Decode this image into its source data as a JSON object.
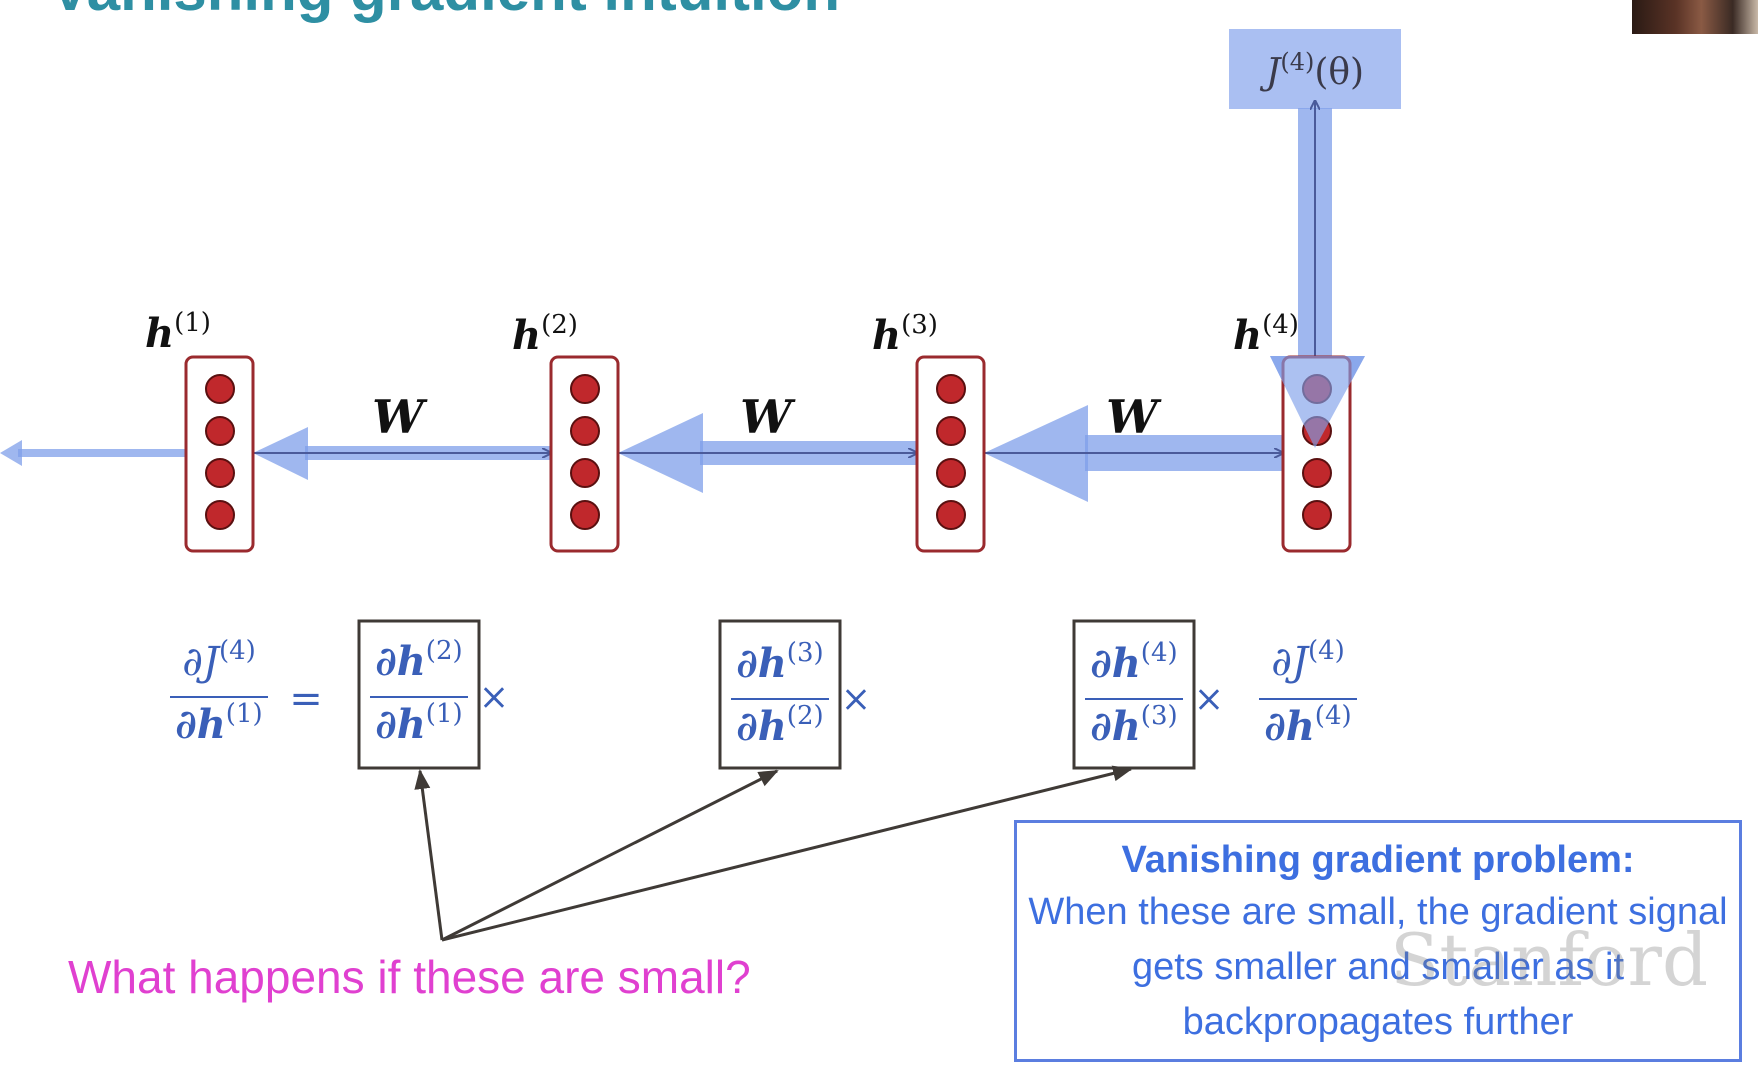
{
  "slide": {
    "title": "Vanishing gradient intuition"
  },
  "top_node": {
    "J": "J",
    "sup": "(4)",
    "arg": "(θ)"
  },
  "hidden_states": [
    {
      "name": "h",
      "sup": "(1)"
    },
    {
      "name": "h",
      "sup": "(2)"
    },
    {
      "name": "h",
      "sup": "(3)"
    },
    {
      "name": "h",
      "sup": "(4)"
    }
  ],
  "weights": [
    {
      "label": "W"
    },
    {
      "label": "W"
    },
    {
      "label": "W"
    }
  ],
  "equation": {
    "lhs": {
      "num": "∂J",
      "num_sup": "(4)",
      "den": "∂h",
      "den_sup": "(1)"
    },
    "equals": "=",
    "times": "×",
    "factors": [
      {
        "num": "∂h",
        "num_sup": "(2)",
        "den": "∂h",
        "den_sup": "(1)"
      },
      {
        "num": "∂h",
        "num_sup": "(3)",
        "den": "∂h",
        "den_sup": "(2)"
      },
      {
        "num": "∂h",
        "num_sup": "(4)",
        "den": "∂h",
        "den_sup": "(3)"
      }
    ],
    "last": {
      "num": "∂J",
      "num_sup": "(4)",
      "den": "∂h",
      "den_sup": "(4)"
    }
  },
  "question": "What happens if these are small?",
  "problem_box": {
    "heading": "Vanishing gradient problem:",
    "body": "When these are small, the gradient signal gets smaller and smaller as it backpropagates further"
  },
  "watermark": "Stanford",
  "colors": {
    "title": "#2e8fa3",
    "gradient_arrow": "#7f9fea",
    "neuron_fill": "#c0282c",
    "neuron_shaded": "#7a4a8a",
    "box_border": "#9a2a2e",
    "math_blue": "#3a5fb8",
    "question": "#e040d0",
    "problem_text": "#3d6fe0"
  }
}
